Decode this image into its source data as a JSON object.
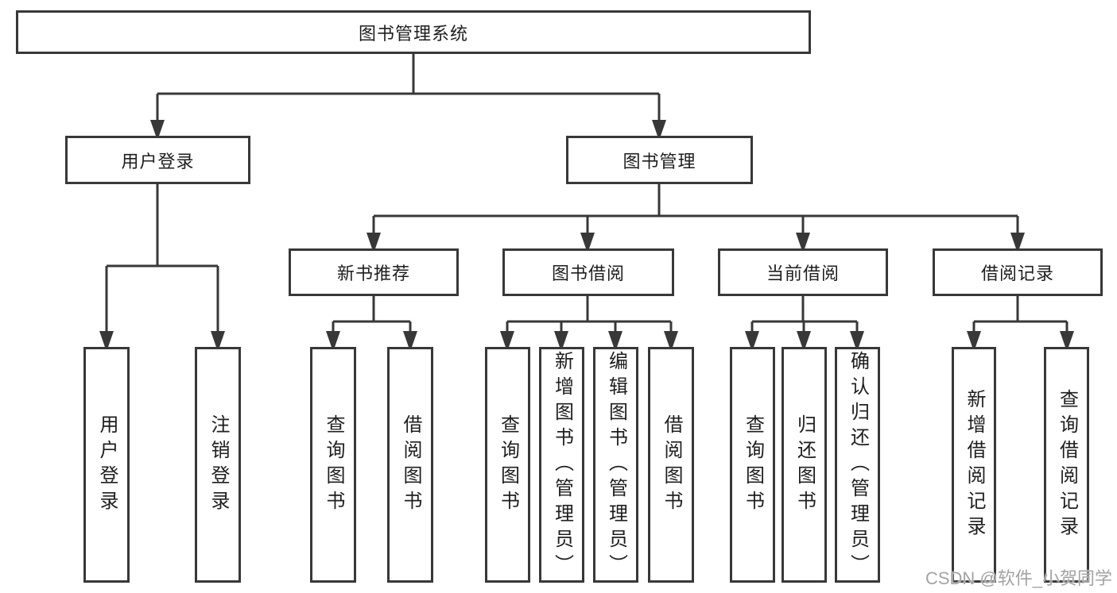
{
  "diagram": {
    "root": {
      "label": "图书管理系统"
    },
    "branches": [
      {
        "label": "用户登录",
        "leaves": [
          {
            "label": "用户登录"
          },
          {
            "label": "注销登录"
          }
        ]
      },
      {
        "label": "图书管理",
        "groups": [
          {
            "label": "新书推荐",
            "leaves": [
              {
                "label": "查询图书"
              },
              {
                "label": "借阅图书"
              }
            ]
          },
          {
            "label": "图书借阅",
            "leaves": [
              {
                "label": "查询图书"
              },
              {
                "label": "新增图书（管理员）"
              },
              {
                "label": "编辑图书（管理员）"
              },
              {
                "label": "借阅图书"
              }
            ]
          },
          {
            "label": "当前借阅",
            "leaves": [
              {
                "label": "查询图书"
              },
              {
                "label": "归还图书"
              },
              {
                "label": "确认归还（管理员）"
              }
            ]
          },
          {
            "label": "借阅记录",
            "leaves": [
              {
                "label": "新增借阅记录"
              },
              {
                "label": "查询借阅记录"
              }
            ]
          }
        ]
      }
    ]
  },
  "watermark": {
    "text": "CSDN @软件_小贺同学"
  },
  "colors": {
    "line": "#383838",
    "box_border": "#383838",
    "text": "#1e1e1e",
    "watermark": "#a3a3a3",
    "background": "#ffffff"
  }
}
